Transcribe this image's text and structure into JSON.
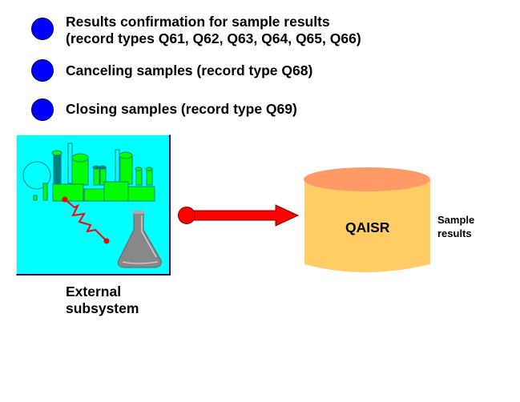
{
  "bullets": [
    {
      "lines": [
        "Results confirmation for sample results",
        "(record types Q61, Q62, Q63, Q64, Q65, Q66)"
      ]
    },
    {
      "lines": [
        "Canceling samples (record type Q68)"
      ]
    },
    {
      "lines": [
        "Closing samples (record type Q69)"
      ]
    }
  ],
  "external": {
    "lines": [
      "External",
      "subsystem"
    ]
  },
  "database": {
    "label": "QAISR",
    "side_lines": [
      "Sample",
      "results"
    ]
  },
  "colors": {
    "bullet": "#0000ff",
    "panel": "#00ffff",
    "factory": "#00ff00",
    "factory_outline": "#008080",
    "arrow": "#ff0000",
    "db_body": "#ffcc66",
    "db_top": "#ff9966",
    "flask": "#888888"
  }
}
